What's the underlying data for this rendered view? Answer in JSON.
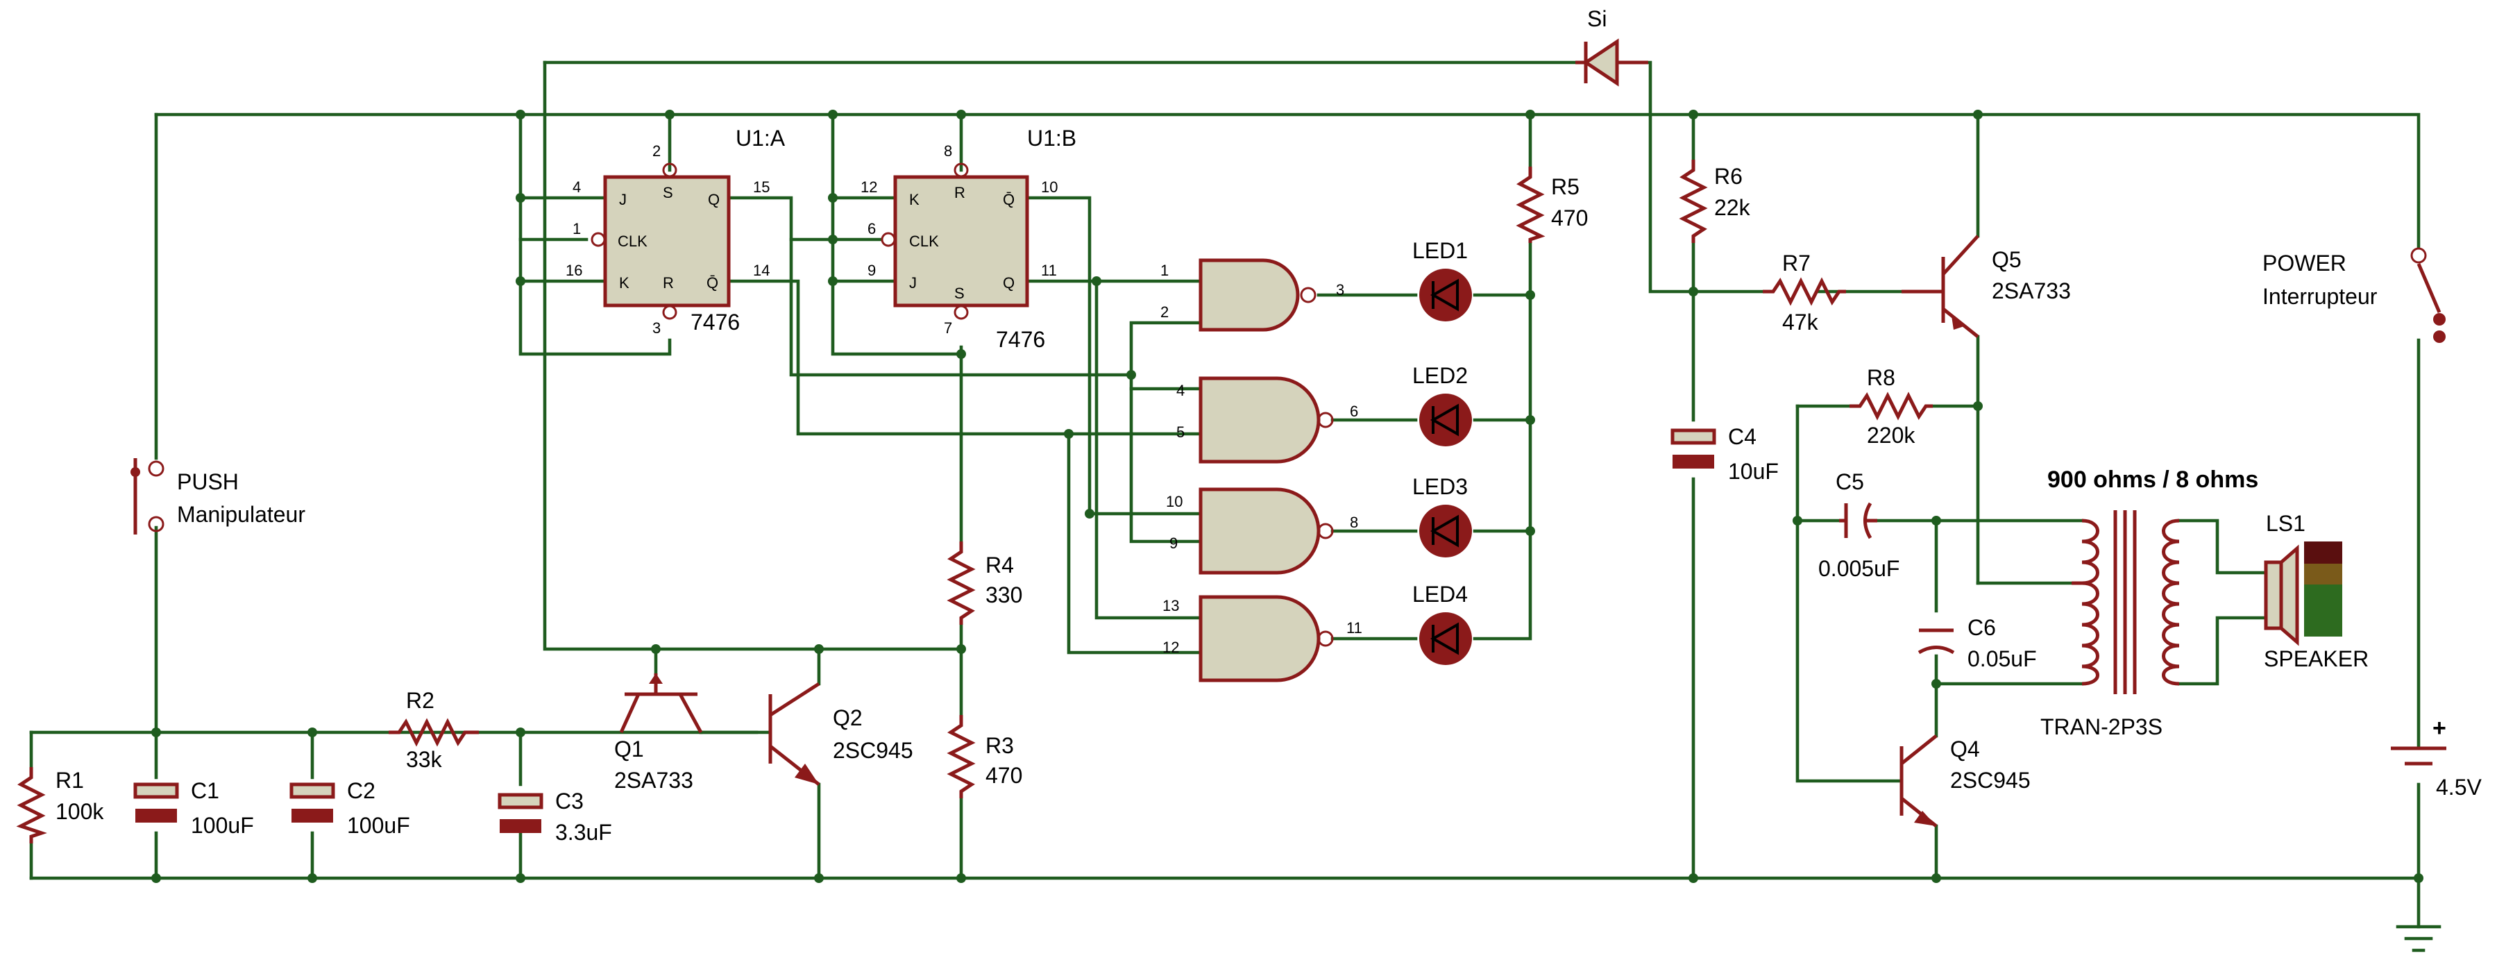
{
  "colors": {
    "wire": "#1f5c1f",
    "component": "#8b1a1a",
    "chip_fill": "#d5d3bc",
    "led_fill": "#8b1a1a"
  },
  "components": {
    "R1": {
      "ref": "R1",
      "value": "100k"
    },
    "C1": {
      "ref": "C1",
      "value": "100uF"
    },
    "C2": {
      "ref": "C2",
      "value": "100uF"
    },
    "R2": {
      "ref": "R2",
      "value": "33k"
    },
    "C3": {
      "ref": "C3",
      "value": "3.3uF"
    },
    "Q1": {
      "ref": "Q1",
      "value": "2SA733"
    },
    "Q2": {
      "ref": "Q2",
      "value": "2SC945"
    },
    "R3": {
      "ref": "R3",
      "value": "470"
    },
    "R4": {
      "ref": "R4",
      "value": "330"
    },
    "R5": {
      "ref": "R5",
      "value": "470"
    },
    "R6": {
      "ref": "R6",
      "value": "22k"
    },
    "R7": {
      "ref": "R7",
      "value": "47k"
    },
    "R8": {
      "ref": "R8",
      "value": "220k"
    },
    "C4": {
      "ref": "C4",
      "value": "10uF"
    },
    "C5": {
      "ref": "C5",
      "value": "0.005uF"
    },
    "C6": {
      "ref": "C6",
      "value": "0.05uF"
    },
    "Q4": {
      "ref": "Q4",
      "value": "2SC945"
    },
    "Q5": {
      "ref": "Q5",
      "value": "2SA733"
    },
    "U1A": {
      "ref": "U1:A",
      "type": "7476"
    },
    "U1B": {
      "ref": "U1:B",
      "type": "7476"
    },
    "LED1": {
      "ref": "LED1"
    },
    "LED2": {
      "ref": "LED2"
    },
    "LED3": {
      "ref": "LED3"
    },
    "LED4": {
      "ref": "LED4"
    },
    "Si": {
      "ref": "Si"
    },
    "PUSH": {
      "ref": "PUSH",
      "value": "Manipulateur"
    },
    "POWER": {
      "ref": "POWER",
      "value": "Interrupteur"
    },
    "LS1": {
      "ref": "LS1",
      "value": "SPEAKER"
    },
    "TR": {
      "ref": "TRAN-2P3S",
      "ratio": "900 ohms / 8 ohms"
    },
    "BAT": {
      "value": "4.5V",
      "plus": "+"
    }
  },
  "ff_pins": {
    "J": "J",
    "K": "K",
    "CLK": "CLK",
    "S": "S",
    "R": "R",
    "Q": "Q",
    "QB": "Q̄",
    "a_J": "4",
    "a_CLK": "1",
    "a_K": "16",
    "a_S": "2",
    "a_R": "3",
    "a_Q": "15",
    "a_QB": "14",
    "b_K": "12",
    "b_CLK": "6",
    "b_J": "9",
    "b_R": "8",
    "b_S": "7",
    "b_QB": "10",
    "b_Q": "11"
  },
  "gate_pins": [
    {
      "in1": "1",
      "in2": "2",
      "out": "3"
    },
    {
      "in1": "4",
      "in2": "5",
      "out": "6"
    },
    {
      "in1": "10",
      "in2": "9",
      "out": "8"
    },
    {
      "in1": "13",
      "in2": "12",
      "out": "11"
    }
  ]
}
